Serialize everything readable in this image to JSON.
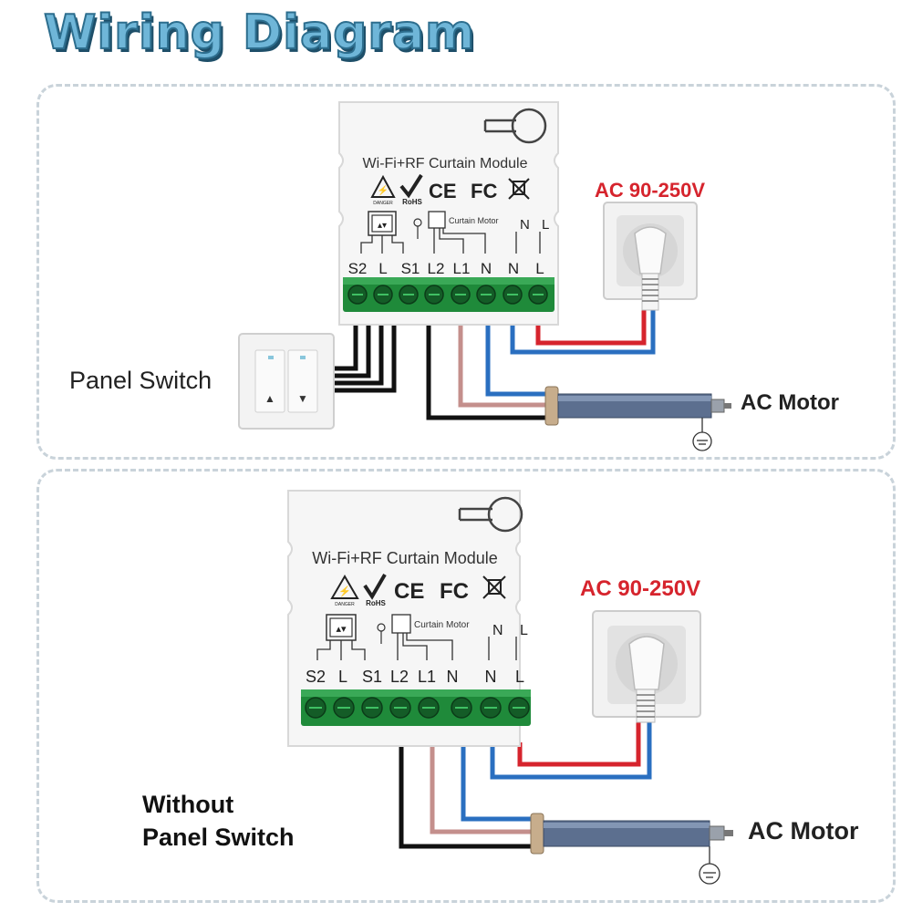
{
  "title": "Wiring Diagram",
  "module": {
    "name": "Wi-Fi+RF Curtain Module",
    "cert_marks": [
      "CE",
      "FC"
    ],
    "rohs": "RoHS",
    "danger": "DANGER",
    "motor_text": "Curtain Motor",
    "terminals": [
      "S2",
      "L",
      "S1",
      "L2",
      "L1",
      "N",
      "N",
      "L"
    ],
    "top_n": "N",
    "top_l": "L"
  },
  "diagram1": {
    "supply_label": "AC 90-250V",
    "switch_label": "Panel Switch",
    "motor_label": "AC Motor"
  },
  "diagram2": {
    "supply_label": "AC 90-250V",
    "caption_line1": "Without",
    "caption_line2": "Panel Switch",
    "motor_label": "AC Motor"
  },
  "colors": {
    "title": "#6fb6d8",
    "live": "#d6242d",
    "neutral": "#2a6fc0",
    "motor_wire": "#c48f8c",
    "black_wire": "#111111",
    "terminal_block": "#1f8a3a"
  }
}
